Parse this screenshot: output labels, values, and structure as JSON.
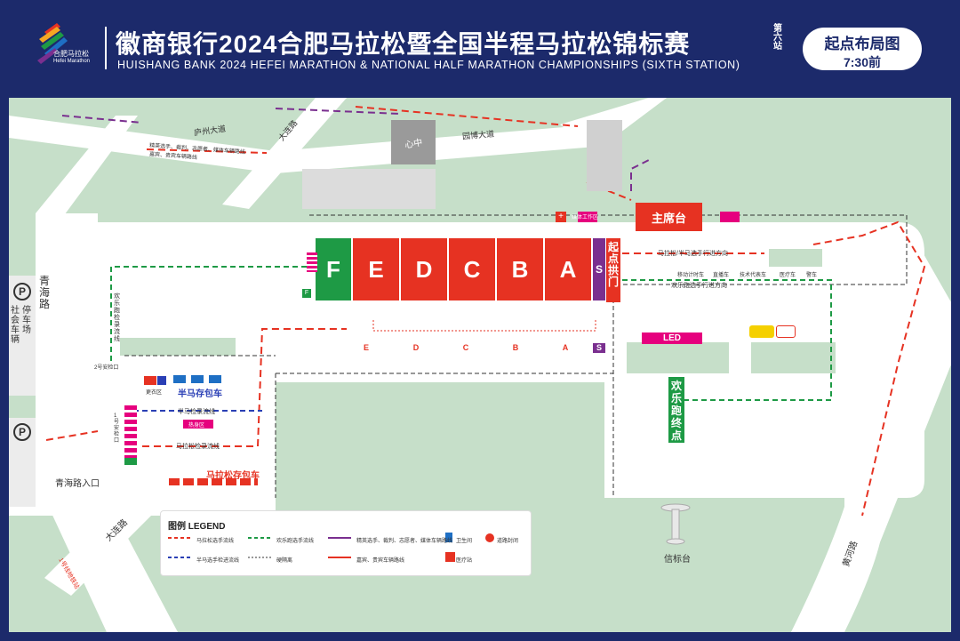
{
  "header": {
    "logo_text_cn": "合肥马拉松",
    "logo_text_en": "Hefei Marathon",
    "title_cn": "徽商银行2024合肥马拉松暨全国半程马拉松锦标赛",
    "station_tag": "第六站",
    "title_en": "HUISHANG BANK 2024 HEFEI MARATHON & NATIONAL HALF MARATHON CHAMPIONSHIPS (SIXTH STATION)",
    "badge_line1": "起点布局图",
    "badge_line2": "7:30前"
  },
  "roads": {
    "luzhou": "庐州大道",
    "dalian_top": "大连路",
    "yuanbo": "园博大道",
    "qinghai": "青海路",
    "dalian_bottom": "大连路",
    "huanghe": "黄河路"
  },
  "landmarks": {
    "hall": "心中",
    "start_arch": "起点拱门",
    "rostrum": "主席台",
    "xinbiaotai": "信标台",
    "led": "LED",
    "fun_run_finish": "欢乐跑终点",
    "half_bag": "半马存包车",
    "full_bag": "马拉松存包车",
    "qinghai_entrance": "青海路入口",
    "parking_social": "社会车辆",
    "parking_stop": "停车场",
    "changing": "更衣区",
    "warmup": "热身区",
    "media": "媒体工作区",
    "medical_station": "医疗站"
  },
  "zones": [
    {
      "letter": "F",
      "color": "#1e9a45"
    },
    {
      "letter": "E",
      "color": "#e63222"
    },
    {
      "letter": "D",
      "color": "#e63222"
    },
    {
      "letter": "C",
      "color": "#e63222"
    },
    {
      "letter": "B",
      "color": "#e63222"
    },
    {
      "letter": "A",
      "color": "#e63222"
    },
    {
      "letter": "S",
      "color": "#7a2f8f"
    }
  ],
  "zone_markers": [
    "E",
    "D",
    "C",
    "B",
    "A",
    "S"
  ],
  "route_labels": {
    "elite_route": "精英选手、裁判、志愿者、媒体车辆路线",
    "vip_route": "嘉宾、贵宾车辆路线",
    "full_direction": "马拉松/半马选手行进方向",
    "fun_direction": "欢乐跑选手行进方向",
    "fun_check": "欢乐跑检录流线",
    "half_check": "半马检录流线",
    "full_check": "马拉松检录流线",
    "gate1": "1号安检口",
    "gate2": "2号安检口",
    "metro_line": "1号线地铁站",
    "vehicles": [
      "移动计时车",
      "直播车",
      "技术代表车",
      "医疗车",
      "警车"
    ]
  },
  "legend": {
    "title": "图例 LEGEND",
    "items": [
      "马拉松选手流线",
      "欢乐跑选手流线",
      "精英选手、裁判、志愿者、媒体车辆路线",
      "卫生间",
      "道路封闭",
      "半马选手检进流线",
      "硬隔离",
      "嘉宾、贵宾车辆路线",
      "医疗站"
    ]
  },
  "colors": {
    "navy": "#1c2a6b",
    "map_bg": "#c6dfc9",
    "red_zone": "#e63222",
    "green": "#1e9a45",
    "purple": "#7a2f8f",
    "magenta": "#e6007e",
    "blue": "#1e6fc4"
  }
}
